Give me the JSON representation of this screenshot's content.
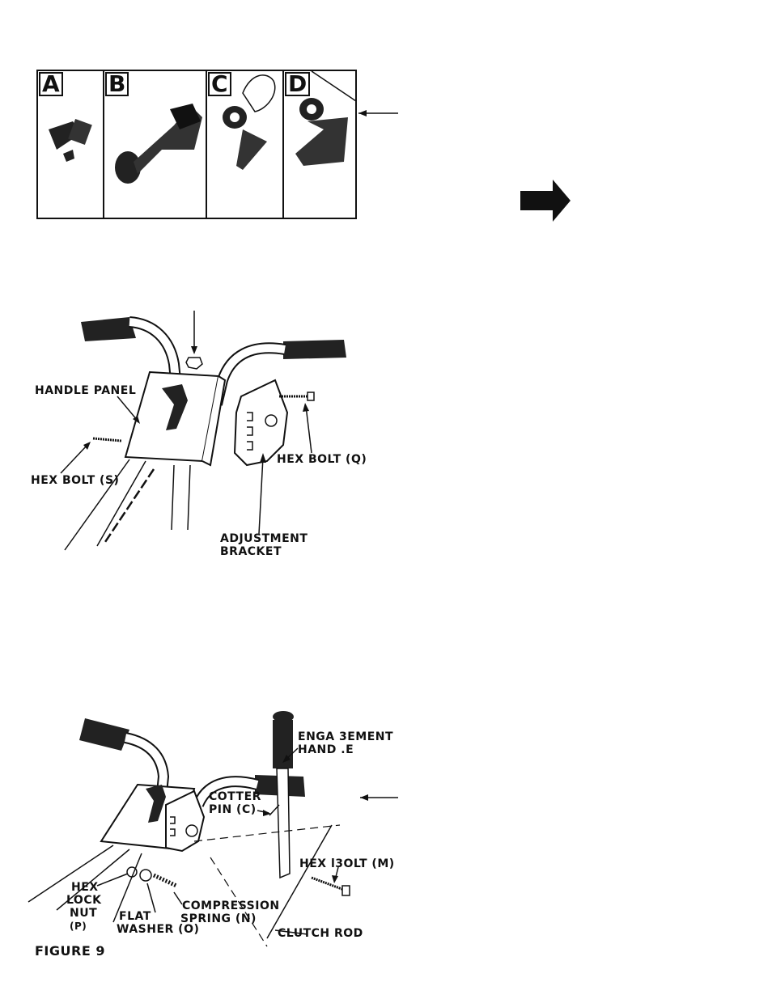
{
  "top_strip": {
    "panels": [
      "A",
      "B",
      "C",
      "D"
    ]
  },
  "figure_8": {
    "labels": {
      "handle_panel": "HANDLE PANEL",
      "hex_bolt_s": "HEX BOLT (S)",
      "hex_bolt_q": "HEX BOLT (Q)",
      "adjustment_bracket_1": "ADJUSTMENT",
      "adjustment_bracket_2": "BRACKET"
    }
  },
  "figure_9": {
    "caption": "FIGURE 9",
    "labels": {
      "engagement_handle_1": "ENGA 3EMENT",
      "engagement_handle_2": "HAND .E",
      "cotter_pin_1": "COTTER",
      "cotter_pin_2": "PIN (C)",
      "hex_bolt_m": "HEX l3OLT (M)",
      "hex_lock_nut_1": "HEX",
      "hex_lock_nut_2": "LOCK",
      "hex_lock_nut_3": "NUT",
      "hex_lock_nut_4": "(P)",
      "flat_washer_1": "FLAT",
      "flat_washer_2": "WASHER (O)",
      "compression_spring_1": "COMPRESSION",
      "compression_spring_2": "SPRING (N)",
      "clutch_rod": "CLUTCH ROD"
    }
  }
}
